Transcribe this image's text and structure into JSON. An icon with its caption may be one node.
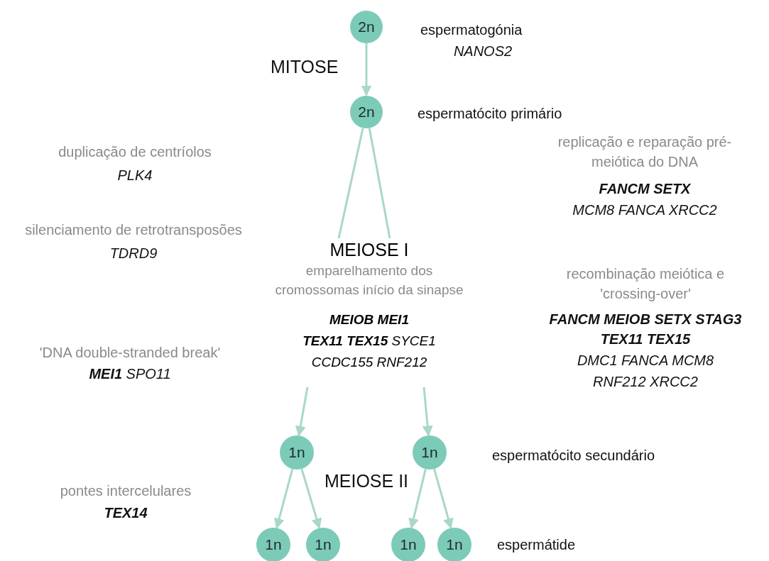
{
  "diagram": {
    "nodes": [
      {
        "text": [
          "2n"
        ]
      },
      {
        "text": [
          "2n"
        ]
      },
      {
        "text": [
          "MEIOSE I",
          "emparelhamento dos cromossomas início da sinapse",
          "MEIOB MEI1",
          "**TEX11 TEX15** SYCE1",
          "CCDC155 RNF212"
        ]
      },
      {
        "text": [
          "1n"
        ]
      },
      {
        "text": [
          "1n"
        ]
      },
      {
        "text": [
          "1n"
        ]
      },
      {
        "text": [
          "1n"
        ]
      },
      {
        "text": [
          "1n"
        ]
      },
      {
        "text": [
          "1n"
        ]
      }
    ],
    "edges": [
      {
        "from": 0,
        "to": 1,
        "arrow": "to"
      },
      {
        "from": 1,
        "to": 2,
        "arrow": "none"
      },
      {
        "from": 1,
        "to": 2,
        "arrow": "none"
      },
      {
        "from": 2,
        "to": 3,
        "arrow": "to"
      },
      {
        "from": 2,
        "to": 4,
        "arrow": "to"
      },
      {
        "from": 3,
        "to": 5,
        "arrow": "to"
      },
      {
        "from": 3,
        "to": 6,
        "arrow": "to"
      },
      {
        "from": 4,
        "to": 7,
        "arrow": "to"
      },
      {
        "from": 4,
        "to": 8,
        "arrow": "to"
      }
    ],
    "labels": [
      "espermatogónia",
      "NANOS2",
      "MITOSE",
      "espermatócito primário",
      "duplicação de centríolos",
      "PLK4",
      "replicação e reparação pré-meiótica do DNA",
      "FANCM SETX",
      "MCM8 FANCA XRCC2",
      "silenciamento de retrotransposões",
      "TDRD9",
      "recombinação meiótica e 'crossing-over'",
      "FANCM MEIOB SETX STAG3",
      "TEX11 TEX15",
      "DMC1 FANCA MCM8",
      "RNF212 XRCC2",
      "'DNA double-stranded break'",
      "**MEI1** SPO11",
      "espermatócito secundário",
      "MEIOSE II",
      "pontes intercelulares",
      "TEX14",
      "espermátide"
    ]
  }
}
